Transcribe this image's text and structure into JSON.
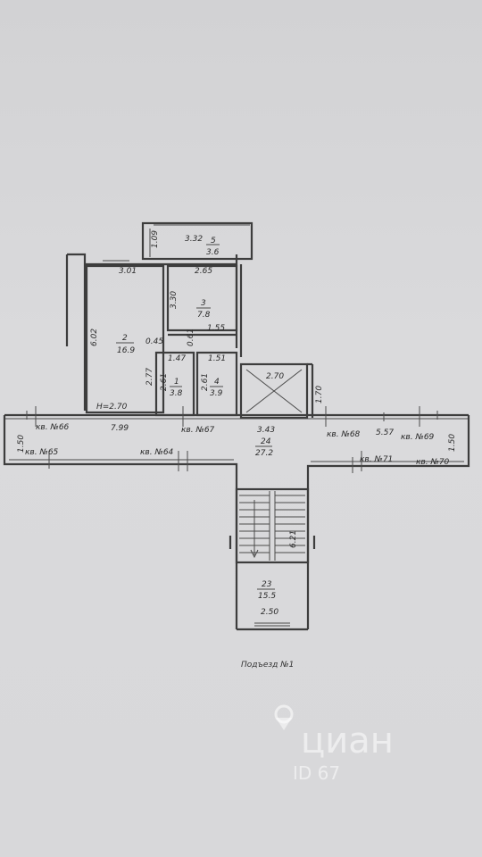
{
  "rooms": [
    {
      "num": "1",
      "area": "3.8"
    },
    {
      "num": "2",
      "area": "16.9"
    },
    {
      "num": "3",
      "area": "7.8"
    },
    {
      "num": "4",
      "area": "3.9"
    },
    {
      "num": "5",
      "area": "3.6"
    },
    {
      "num": "23",
      "area": "15.5"
    },
    {
      "num": "24",
      "area": "27.2"
    }
  ],
  "dimensions": {
    "balcony_width": "3.32",
    "balcony_depth": "1.09",
    "room2_width": "3.01",
    "room3_width": "2.65",
    "room3_height": "3.30",
    "room2_height": "6.02",
    "d_045": "0.45",
    "d_061": "0.61",
    "d_155": "1.55",
    "bath1_width": "1.47",
    "bath4_width": "1.51",
    "bath1_h1": "2.77",
    "bath1_h2": "2.61",
    "bath4_h": "2.61",
    "elevator_width": "2.70",
    "elevator_h": "1.70",
    "corridor_a": "3.43",
    "corridor_b": "5.57",
    "corridor_c": "7.99",
    "side_left": "1.50",
    "side_right": "1.50",
    "stair_len": "6.21",
    "stair_width": "2.50",
    "ceiling_height": "H=2.70"
  },
  "apartments": {
    "k66": "кв. №66",
    "k67": "кв. №67",
    "k68": "кв. №68",
    "k69": "кв. №69",
    "k65": "кв. №65",
    "k64": "кв. №64",
    "k71": "кв. №71",
    "k70": "кв. №70"
  },
  "caption": "Подъезд №1",
  "watermark": {
    "brand": "циан",
    "id_text": "ID 67"
  }
}
